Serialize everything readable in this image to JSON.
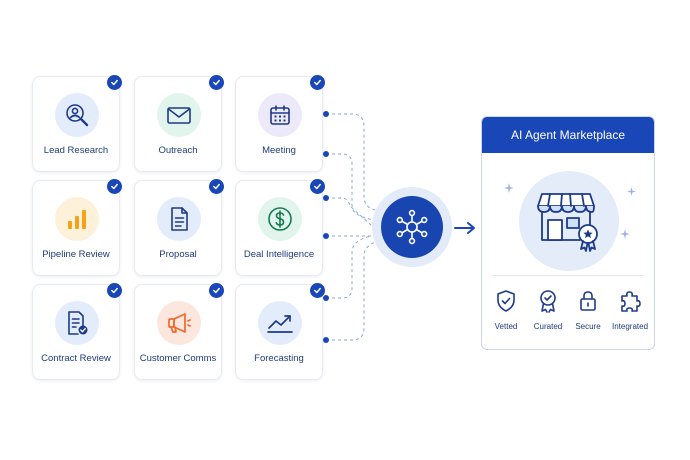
{
  "cards": [
    {
      "label": "Lead Research",
      "icon": "lead-research-icon",
      "bg": "#e3ecfb"
    },
    {
      "label": "Outreach",
      "icon": "envelope-icon",
      "bg": "#e2f5ec"
    },
    {
      "label": "Meeting",
      "icon": "calendar-icon",
      "bg": "#ece9fb"
    },
    {
      "label": "Pipeline Review",
      "icon": "bar-chart-icon",
      "bg": "#fdf1da"
    },
    {
      "label": "Proposal",
      "icon": "document-icon",
      "bg": "#e3ecfb"
    },
    {
      "label": "Deal Intelligence",
      "icon": "dollar-icon",
      "bg": "#e2f5ec"
    },
    {
      "label": "Contract Review",
      "icon": "contract-check-icon",
      "bg": "#e3ecfb"
    },
    {
      "label": "Customer Comms",
      "icon": "megaphone-icon",
      "bg": "#fde6dd"
    },
    {
      "label": "Forecasting",
      "icon": "trend-line-icon",
      "bg": "#e3ecfb"
    }
  ],
  "marketplace": {
    "title": "AI Agent Marketplace",
    "features": [
      {
        "label": "Vetted",
        "icon": "shield-check-icon"
      },
      {
        "label": "Curated",
        "icon": "award-ribbon-icon"
      },
      {
        "label": "Secure",
        "icon": "lock-icon"
      },
      {
        "label": "Integrated",
        "icon": "puzzle-icon"
      }
    ]
  },
  "colors": {
    "primary": "#1a47b8",
    "hub_ring": "#e3ebf9",
    "connector": "#8aa6dc",
    "text": "#1f3a7a"
  }
}
